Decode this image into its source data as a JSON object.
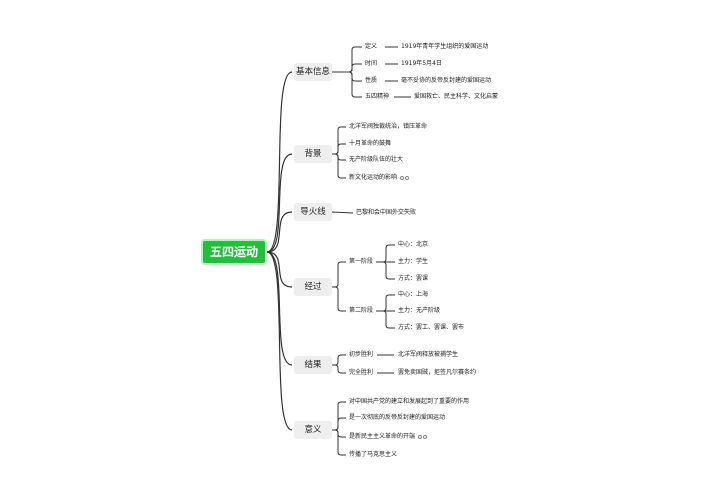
{
  "root": {
    "label": "五四运动"
  },
  "colors": {
    "root_bg": "#22c03a",
    "line": "#333333",
    "branch_bg": "#eeeeee"
  },
  "branches": [
    {
      "label": "基本信息",
      "children": [
        {
          "label": "定义",
          "children": [
            {
              "label": "1919年青年学生组织的爱国运动"
            }
          ]
        },
        {
          "label": "时间",
          "children": [
            {
              "label": "1919年5月4日"
            }
          ]
        },
        {
          "label": "性质",
          "children": [
            {
              "label": "毫不妥协的反帝反封建的爱国运动"
            }
          ]
        },
        {
          "label": "五四精神",
          "children": [
            {
              "label": "爱国救亡、民主科学、文化启蒙"
            }
          ]
        }
      ]
    },
    {
      "label": "背景",
      "children": [
        {
          "label": "北洋军阀独裁统治，镇压革命"
        },
        {
          "label": "十月革命的鼓舞"
        },
        {
          "label": "无产阶级队伍的壮大"
        },
        {
          "label": "新文化运动的影响",
          "collapsed_icon": "link-icon"
        }
      ]
    },
    {
      "label": "导火线",
      "children": [
        {
          "label": "巴黎和会中国外交失败"
        }
      ]
    },
    {
      "label": "经过",
      "children": [
        {
          "label": "第一阶段",
          "children": [
            {
              "label": "中心：北京"
            },
            {
              "label": "主力：学生"
            },
            {
              "label": "方式：罢课"
            }
          ]
        },
        {
          "label": "第二阶段",
          "children": [
            {
              "label": "中心：上海"
            },
            {
              "label": "主力：无产阶级"
            },
            {
              "label": "方式：罢工、罢课、罢市"
            }
          ]
        }
      ]
    },
    {
      "label": "结果",
      "children": [
        {
          "label": "初步胜利",
          "children": [
            {
              "label": "北洋军阀释放被捕学生"
            }
          ]
        },
        {
          "label": "完全胜利",
          "children": [
            {
              "label": "罢免卖国贼，拒签凡尔赛条约"
            }
          ]
        }
      ]
    },
    {
      "label": "意义",
      "children": [
        {
          "label": "对中国共产党的建立和发展起到了重要的作用"
        },
        {
          "label": "是一次彻底的反帝反封建的爱国运动"
        },
        {
          "label": "是新民主主义革命的开端",
          "collapsed_icon": "link-icon"
        },
        {
          "label": "传播了马克思主义"
        }
      ]
    }
  ]
}
